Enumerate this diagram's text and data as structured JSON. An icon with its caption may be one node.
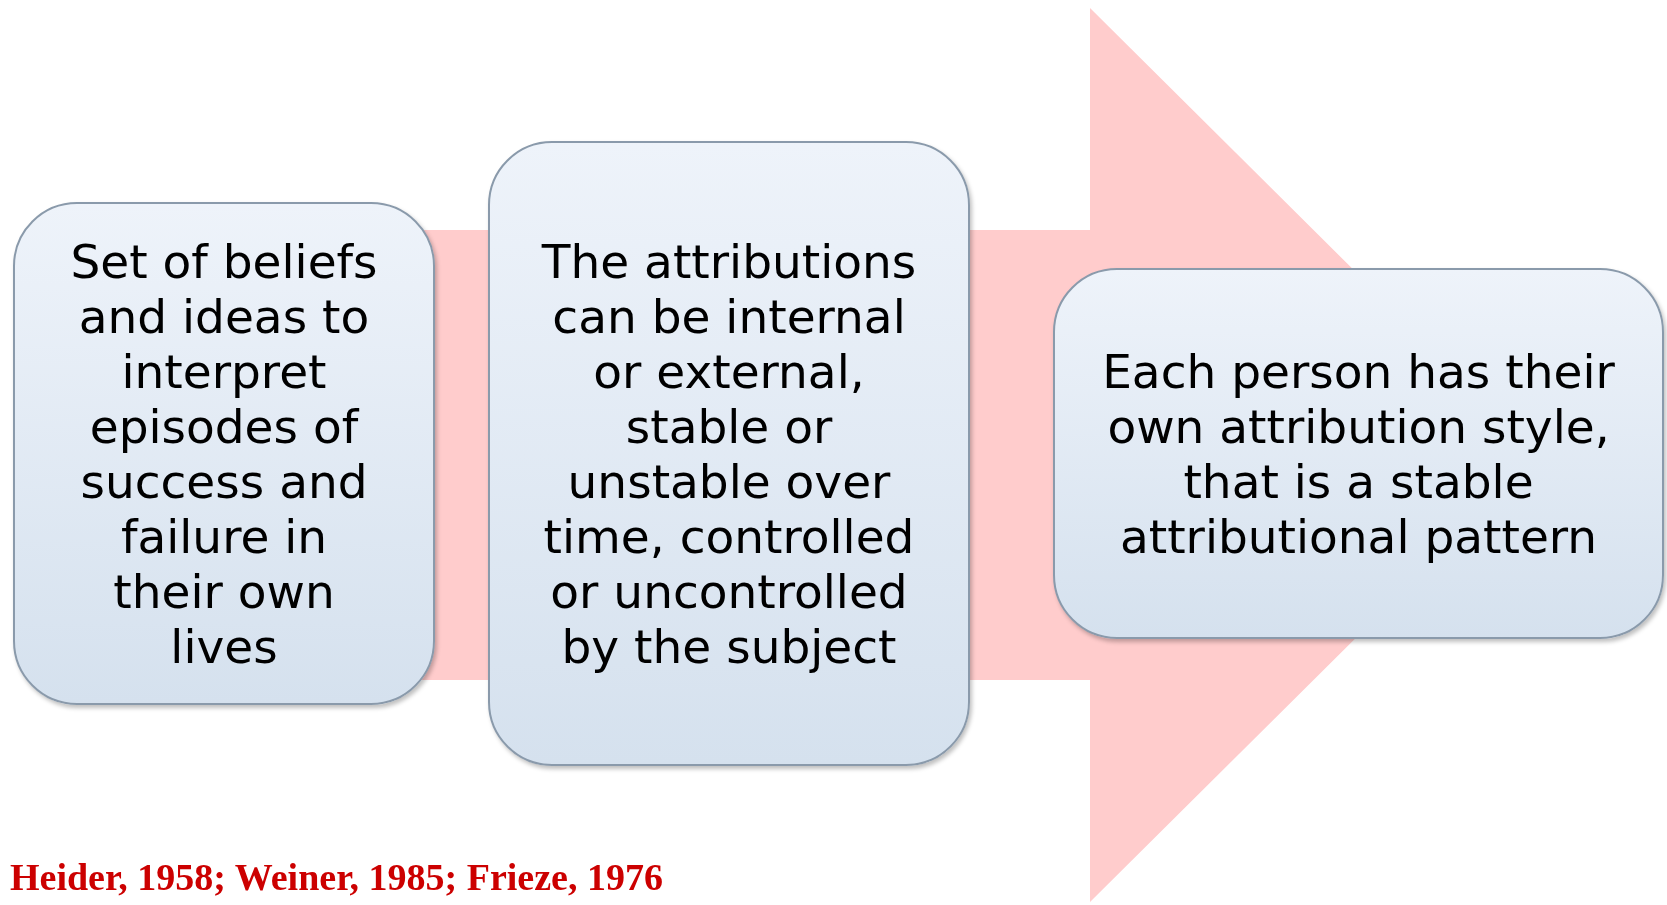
{
  "diagram": {
    "nodes": [
      {
        "text": [
          "Set of beliefs and ideas to interpret episodes of success and failure in their own lives"
        ]
      },
      {
        "text": [
          "The attributions can be internal or external, stable or unstable over time, controlled or uncontrolled by the subject"
        ]
      },
      {
        "text": [
          "Each person has their own attribution style, that is a stable attributional pattern"
        ]
      }
    ],
    "edges": [
      {
        "from": 0,
        "to": 2,
        "arrow": "to"
      }
    ],
    "labels": [
      "Heider, 1958; Weiner, 1985; Frieze, 1976"
    ]
  }
}
